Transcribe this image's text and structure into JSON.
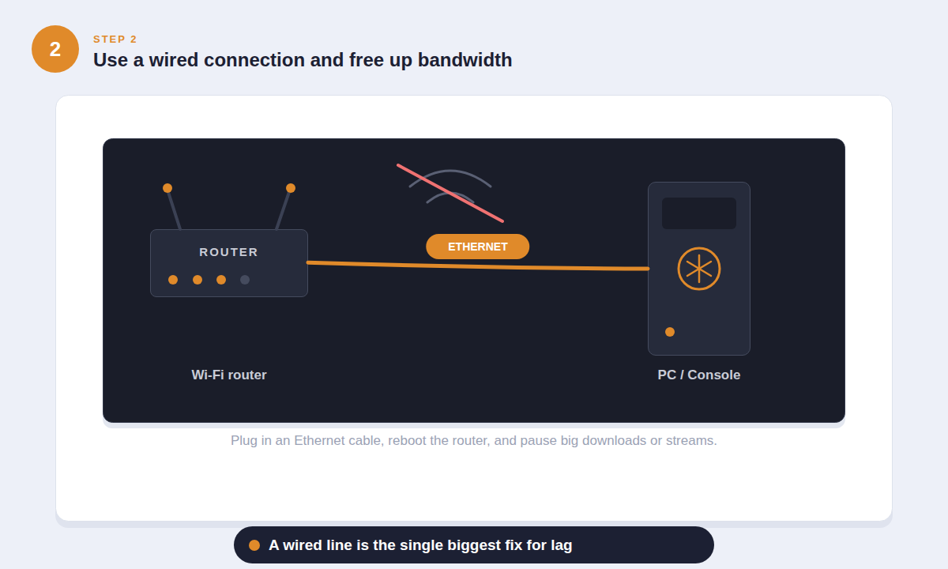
{
  "diagram": {
    "title": "Use a wired connection and free up bandwidth",
    "caption": "Plug in an Ethernet cable, reboot the router, and pause big downloads or streams.",
    "nodes": [
      {
        "text": [
          "2"
        ]
      },
      {
        "text": [
          "ROUTER",
          "Wi-Fi router"
        ]
      },
      {
        "text": [
          "PC / Console"
        ]
      },
      {
        "text": [
          "A wired line is the single biggest fix for lag"
        ]
      }
    ],
    "edges": [
      {
        "from": 1,
        "to": 2,
        "label": "ETHERNET",
        "arrow": "none"
      }
    ],
    "labels": [
      "STEP 2"
    ]
  }
}
